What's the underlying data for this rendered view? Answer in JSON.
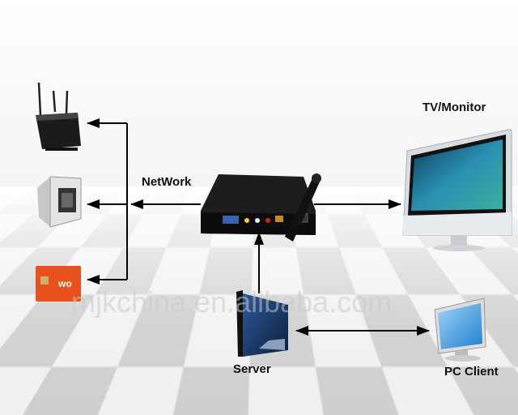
{
  "labels": {
    "network": "NetWork",
    "tv_monitor": "TV/Monitor",
    "server": "Server",
    "pc_client": "PC Client"
  },
  "watermark": "mjkchina.en.alibaba.com",
  "nodes": [
    {
      "id": "router",
      "icon": "wifi-router-icon"
    },
    {
      "id": "network-jack",
      "icon": "rj45-jack-icon"
    },
    {
      "id": "sim-card",
      "icon": "sim-card-icon"
    },
    {
      "id": "media-player",
      "icon": "media-player-box-icon"
    },
    {
      "id": "tv-monitor",
      "icon": "monitor-icon"
    },
    {
      "id": "server",
      "icon": "server-icon"
    },
    {
      "id": "pc-client",
      "icon": "pc-monitor-icon"
    }
  ],
  "colors": {
    "arrow": "#000000",
    "sim_card": "#e8501e",
    "screen_sea": "#2a8fb0",
    "server_blue": "#1e3a6a",
    "pc_screen": "#3a9be0"
  }
}
